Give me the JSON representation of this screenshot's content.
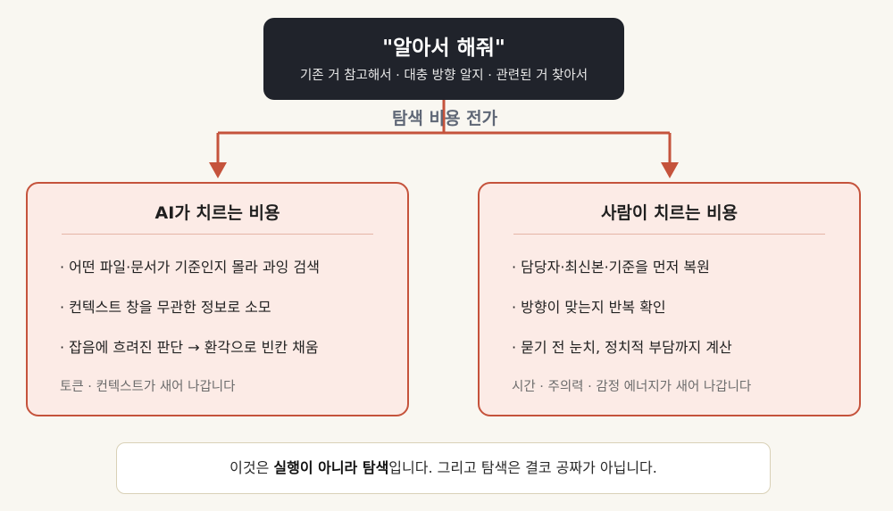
{
  "top": {
    "title": "\"알아서 해줘\"",
    "subtitle": "기존 거 참고해서 · 대충 방향 알지 · 관련된 거 찾아서"
  },
  "connector_label": "탐색 비용 전가",
  "colors": {
    "accent": "#c5533c",
    "dark": "#20232b",
    "card_bg": "#fcebe6"
  },
  "cards": [
    {
      "title": "AI가 치르는 비용",
      "items": [
        "· 어떤 파일·문서가 기준인지 몰라 과잉 검색",
        "· 컨텍스트 창을 무관한 정보로 소모",
        "· 잡음에 흐려진 판단 → 환각으로 빈칸 채움"
      ],
      "footer": "토큰 · 컨텍스트가 새어 나갑니다"
    },
    {
      "title": "사람이 치르는 비용",
      "items": [
        "· 담당자·최신본·기준을 먼저 복원",
        "· 방향이 맞는지 반복 확인",
        "· 묻기 전 눈치, 정치적 부담까지 계산"
      ],
      "footer": "시간 · 주의력 · 감정 에너지가 새어 나갑니다"
    }
  ],
  "bottom": {
    "prefix": "이것은 ",
    "bold1": "실행이 아니라 탐색",
    "suffix": "입니다. 그리고 탐색은 결코 공짜가 아닙니다."
  }
}
